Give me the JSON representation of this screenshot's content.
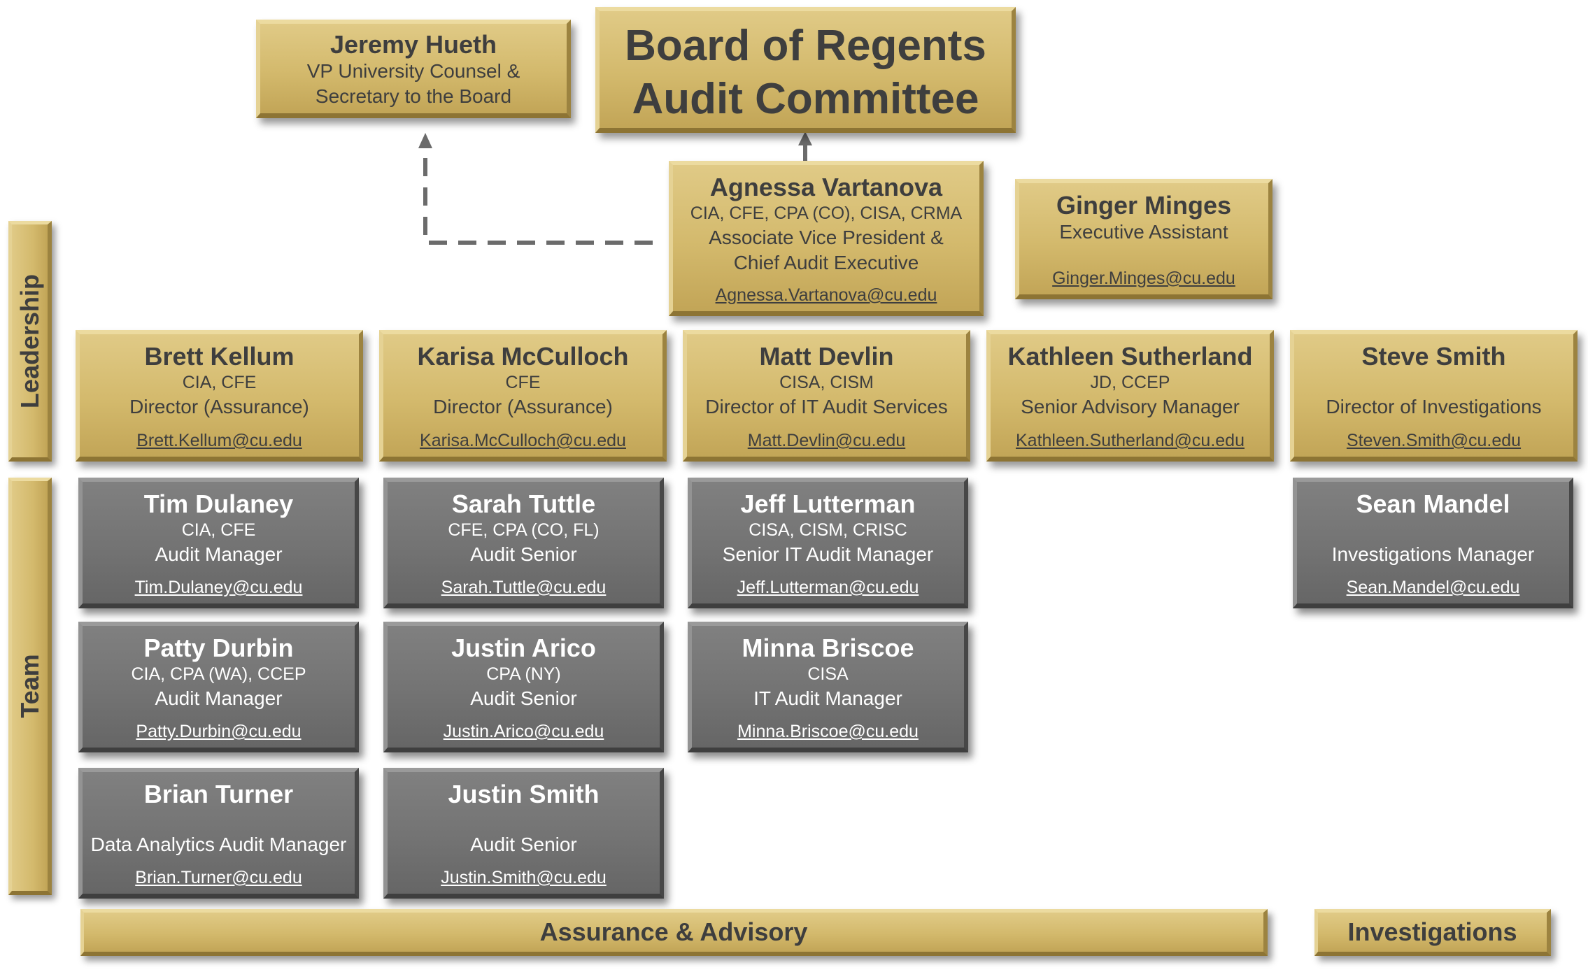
{
  "board": {
    "line1": "Board of Regents",
    "line2": "Audit Committee"
  },
  "counsel": {
    "name": "Jeremy Hueth",
    "title1": "VP University Counsel &",
    "title2": "Secretary to the Board"
  },
  "cae": {
    "name": "Agnessa Vartanova",
    "creds": "CIA, CFE, CPA (CO), CISA, CRMA",
    "title1": "Associate Vice President &",
    "title2": "Chief Audit Executive",
    "email": "Agnessa.Vartanova@cu.edu"
  },
  "assistant": {
    "name": "Ginger Minges",
    "title": "Executive Assistant",
    "email": "Ginger.Minges@cu.edu"
  },
  "side_labels": {
    "leadership": "Leadership",
    "team": "Team"
  },
  "leadership": [
    {
      "name": "Brett Kellum",
      "creds": "CIA, CFE",
      "title": "Director (Assurance)",
      "email": "Brett.Kellum@cu.edu"
    },
    {
      "name": "Karisa McCulloch",
      "creds": "CFE",
      "title": "Director (Assurance)",
      "email": "Karisa.McCulloch@cu.edu"
    },
    {
      "name": "Matt Devlin",
      "creds": "CISA, CISM",
      "title": "Director of IT Audit Services",
      "email": "Matt.Devlin@cu.edu"
    },
    {
      "name": "Kathleen Sutherland",
      "creds": "JD, CCEP",
      "title": "Senior Advisory Manager",
      "email": "Kathleen.Sutherland@cu.edu"
    },
    {
      "name": "Steve Smith",
      "creds": "",
      "title": "Director of Investigations",
      "email": "Steven.Smith@cu.edu"
    }
  ],
  "team": [
    {
      "name": "Tim Dulaney",
      "creds": "CIA, CFE",
      "title": "Audit Manager",
      "email": "Tim.Dulaney@cu.edu"
    },
    {
      "name": "Sarah Tuttle",
      "creds": "CFE, CPA (CO, FL)",
      "title": "Audit Senior",
      "email": "Sarah.Tuttle@cu.edu"
    },
    {
      "name": "Jeff Lutterman",
      "creds": "CISA, CISM, CRISC",
      "title": "Senior IT Audit Manager",
      "email": "Jeff.Lutterman@cu.edu"
    },
    {
      "name": "Sean Mandel",
      "creds": "",
      "title": "Investigations Manager",
      "email": "Sean.Mandel@cu.edu"
    },
    {
      "name": "Patty Durbin",
      "creds": "CIA, CPA (WA), CCEP",
      "title": "Audit Manager",
      "email": "Patty.Durbin@cu.edu"
    },
    {
      "name": "Justin Arico",
      "creds": "CPA (NY)",
      "title": "Audit Senior",
      "email": "Justin.Arico@cu.edu"
    },
    {
      "name": "Minna Briscoe",
      "creds": "CISA",
      "title": "IT Audit Manager",
      "email": "Minna.Briscoe@cu.edu"
    },
    {
      "name": "Brian Turner",
      "creds": "",
      "title": "Data Analytics Audit Manager",
      "email": "Brian.Turner@cu.edu"
    },
    {
      "name": "Justin Smith",
      "creds": "",
      "title": "Audit Senior",
      "email": "Justin.Smith@cu.edu"
    }
  ],
  "bands": {
    "assurance": "Assurance & Advisory",
    "investigations": "Investigations"
  },
  "colors": {
    "gold": "#d3b96c",
    "gray": "#737373",
    "text_dark": "#3e3e3e",
    "connector": "#6b6b6b"
  }
}
